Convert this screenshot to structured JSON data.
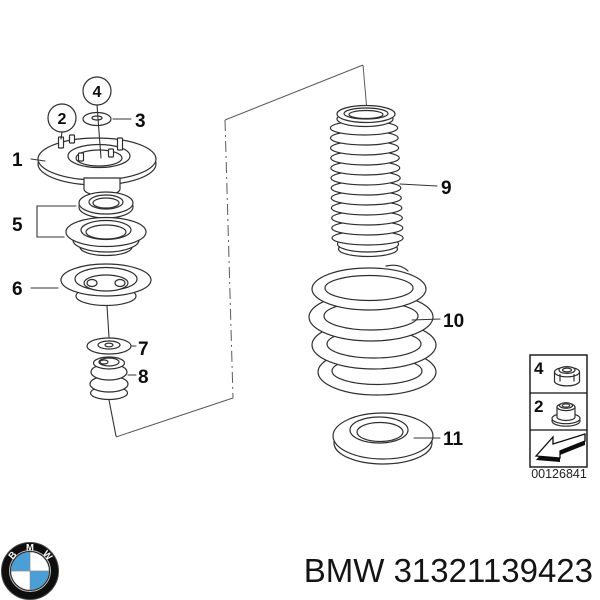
{
  "callouts": {
    "c1": "1",
    "c2": "2",
    "c3": "3",
    "c4": "4",
    "c5": "5",
    "c6": "6",
    "c7": "7",
    "c8": "8",
    "c9": "9",
    "c10": "10",
    "c11": "11"
  },
  "legend": {
    "rows": [
      {
        "num": "4",
        "icon": "lock-nut-icon"
      },
      {
        "num": "2",
        "icon": "flange-nut-icon"
      }
    ],
    "arrow_icon": "direction-arrow-icon",
    "code": "00126841"
  },
  "footer": {
    "logo_letters": [
      "B",
      "M",
      "W"
    ],
    "part_text": "BMW 31321139423"
  },
  "colors": {
    "line": "#2e2e2e",
    "bmw_blue": "#4a9fd6",
    "logo_ring": "#0e0e0e"
  }
}
